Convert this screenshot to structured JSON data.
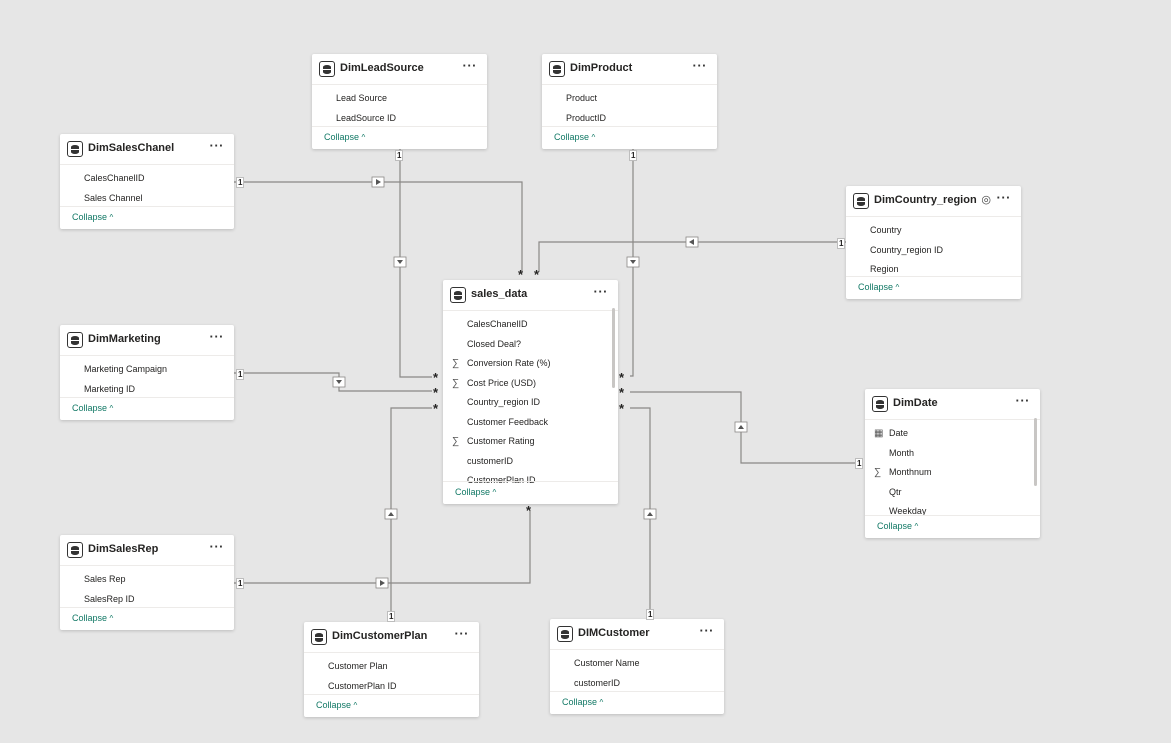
{
  "tables": [
    {
      "id": "DimLeadSource",
      "title": "DimLeadSource",
      "fields": [
        {
          "label": "Lead Source",
          "icon": ""
        },
        {
          "label": "LeadSource ID",
          "icon": ""
        }
      ]
    },
    {
      "id": "DimProduct",
      "title": "DimProduct",
      "fields": [
        {
          "label": "Product",
          "icon": ""
        },
        {
          "label": "ProductID",
          "icon": ""
        }
      ]
    },
    {
      "id": "DimSalesChanel",
      "title": "DimSalesChanel",
      "fields": [
        {
          "label": "CalesChanelID",
          "icon": ""
        },
        {
          "label": "Sales Channel",
          "icon": ""
        }
      ]
    },
    {
      "id": "DimCountry_region",
      "title": "DimCountry_region",
      "fields": [
        {
          "label": "Country",
          "icon": ""
        },
        {
          "label": "Country_region ID",
          "icon": ""
        },
        {
          "label": "Region",
          "icon": ""
        }
      ]
    },
    {
      "id": "sales_data",
      "title": "sales_data",
      "fields": [
        {
          "label": "CalesChanelID",
          "icon": ""
        },
        {
          "label": "Closed Deal?",
          "icon": ""
        },
        {
          "label": "Conversion Rate (%)",
          "icon": "∑"
        },
        {
          "label": "Cost Price (USD)",
          "icon": "∑"
        },
        {
          "label": "Country_region ID",
          "icon": ""
        },
        {
          "label": "Customer Feedback",
          "icon": ""
        },
        {
          "label": "Customer Rating",
          "icon": "∑"
        },
        {
          "label": "customerID",
          "icon": ""
        },
        {
          "label": "CustomerPlan ID",
          "icon": ""
        }
      ]
    },
    {
      "id": "DimMarketing",
      "title": "DimMarketing",
      "fields": [
        {
          "label": "Marketing Campaign",
          "icon": ""
        },
        {
          "label": "Marketing ID",
          "icon": ""
        }
      ]
    },
    {
      "id": "DimDate",
      "title": "DimDate",
      "fields": [
        {
          "label": "Date",
          "icon": "▦"
        },
        {
          "label": "Month",
          "icon": ""
        },
        {
          "label": "Monthnum",
          "icon": "∑"
        },
        {
          "label": "Qtr",
          "icon": ""
        },
        {
          "label": "Weekday",
          "icon": ""
        }
      ]
    },
    {
      "id": "DimSalesRep",
      "title": "DimSalesRep",
      "fields": [
        {
          "label": "Sales Rep",
          "icon": ""
        },
        {
          "label": "SalesRep ID",
          "icon": ""
        }
      ]
    },
    {
      "id": "DimCustomerPlan",
      "title": "DimCustomerPlan",
      "fields": [
        {
          "label": "Customer Plan",
          "icon": ""
        },
        {
          "label": "CustomerPlan ID",
          "icon": ""
        }
      ]
    },
    {
      "id": "DIMCustomer",
      "title": "DIMCustomer",
      "fields": [
        {
          "label": "Customer Name",
          "icon": ""
        },
        {
          "label": "customerID",
          "icon": ""
        }
      ]
    }
  ],
  "ui": {
    "collapse_label": "Collapse",
    "more_glyph": "···",
    "one_marker": "1",
    "many_marker": "*",
    "collapse_chevron": "^"
  },
  "colors": {
    "canvas": "#e6e6e6",
    "line": "#8a8886",
    "collapse": "#117865"
  }
}
